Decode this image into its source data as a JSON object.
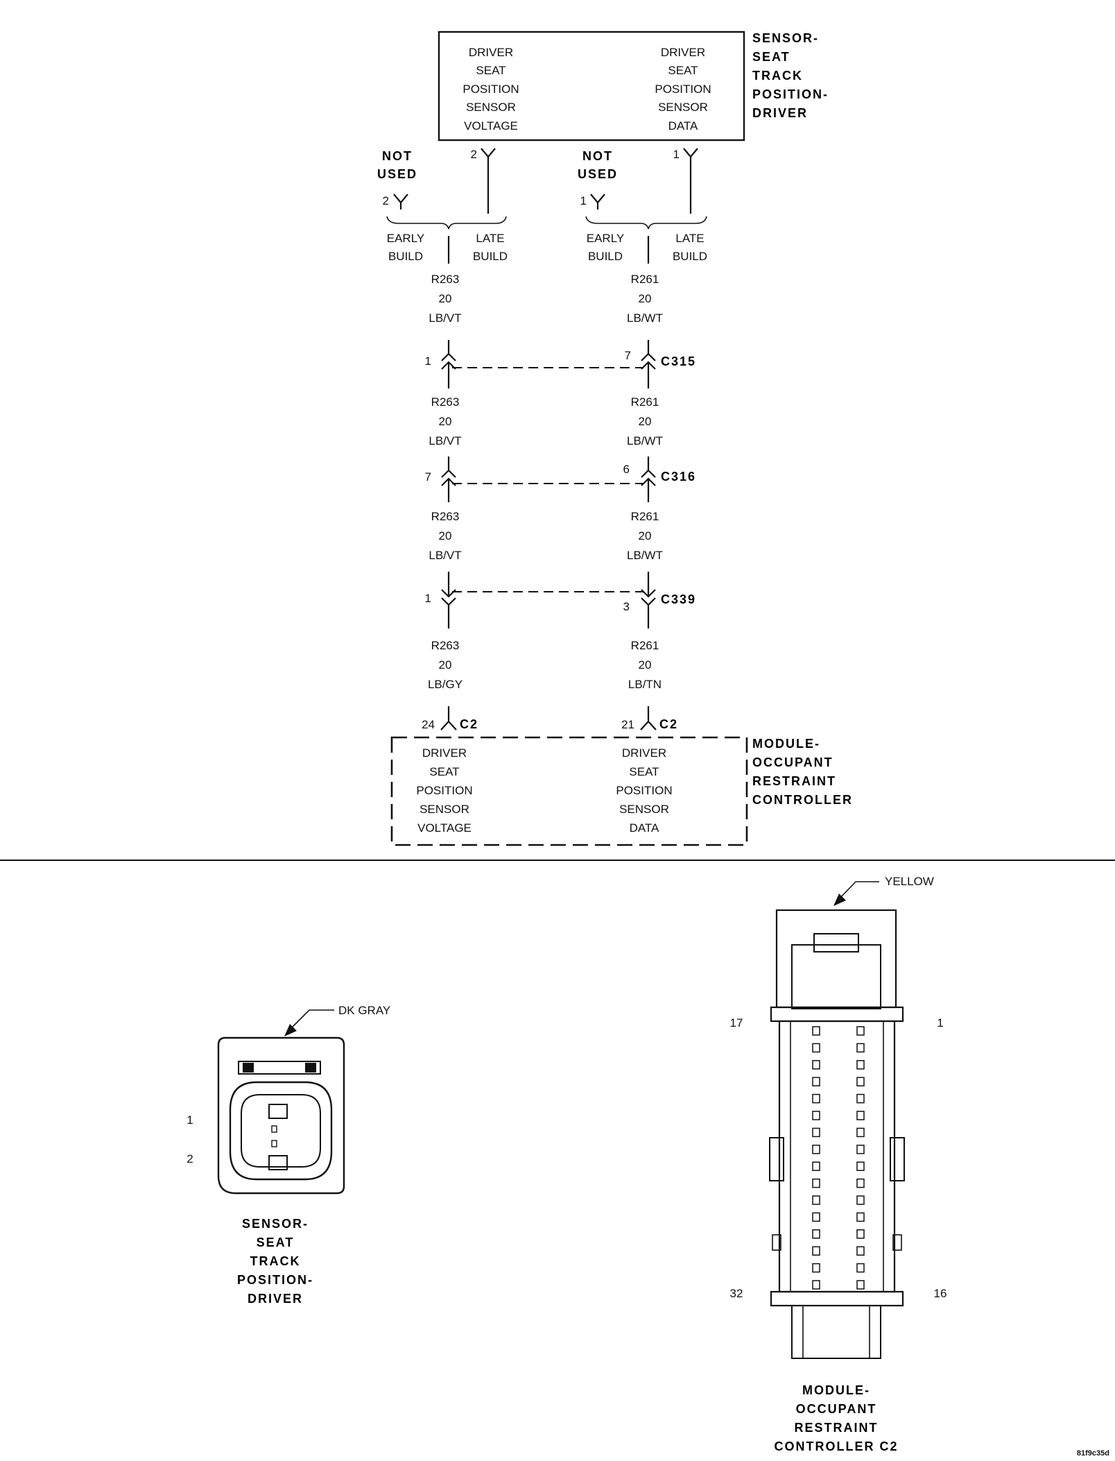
{
  "sensor_box": {
    "left_lines": [
      "DRIVER",
      "SEAT",
      "POSITION",
      "SENSOR",
      "VOLTAGE"
    ],
    "right_lines": [
      "DRIVER",
      "SEAT",
      "POSITION",
      "SENSOR",
      "DATA"
    ],
    "title_lines": [
      "SENSOR-",
      "SEAT",
      "TRACK",
      "POSITION-",
      "DRIVER"
    ]
  },
  "left_circuit": {
    "late_pin": "2",
    "not_used_lines": [
      "NOT",
      "USED"
    ],
    "early_pin": "2",
    "early_label": [
      "EARLY",
      "BUILD"
    ],
    "late_label": [
      "LATE",
      "BUILD"
    ],
    "wires": [
      [
        "R263",
        "20",
        "LB/VT"
      ],
      [
        "R263",
        "20",
        "LB/VT"
      ],
      [
        "R263",
        "20",
        "LB/VT"
      ],
      [
        "R263",
        "20",
        "LB/GY"
      ]
    ],
    "connector_pins": [
      "1",
      "7",
      "1"
    ],
    "module_pin": "24"
  },
  "right_circuit": {
    "late_pin": "1",
    "not_used_lines": [
      "NOT",
      "USED"
    ],
    "early_pin": "1",
    "early_label": [
      "EARLY",
      "BUILD"
    ],
    "late_label": [
      "LATE",
      "BUILD"
    ],
    "wires": [
      [
        "R261",
        "20",
        "LB/WT"
      ],
      [
        "R261",
        "20",
        "LB/WT"
      ],
      [
        "R261",
        "20",
        "LB/WT"
      ],
      [
        "R261",
        "20",
        "LB/TN"
      ]
    ],
    "connector_pins": [
      "7",
      "6",
      "3"
    ],
    "module_pin": "21"
  },
  "connectors": [
    "C315",
    "C316",
    "C339"
  ],
  "module_connector": "C2",
  "module_box": {
    "left_lines": [
      "DRIVER",
      "SEAT",
      "POSITION",
      "SENSOR",
      "VOLTAGE"
    ],
    "right_lines": [
      "DRIVER",
      "SEAT",
      "POSITION",
      "SENSOR",
      "DATA"
    ],
    "title_lines": [
      "MODULE-",
      "OCCUPANT",
      "RESTRAINT",
      "CONTROLLER"
    ]
  },
  "sensor_connector_view": {
    "color_label": "DK GRAY",
    "pin_labels": [
      "1",
      "2"
    ],
    "title_lines": [
      "SENSOR-",
      "SEAT",
      "TRACK",
      "POSITION-",
      "DRIVER"
    ]
  },
  "module_connector_view": {
    "color_label": "YELLOW",
    "pin_top_left": "17",
    "pin_top_right": "1",
    "pin_bottom_left": "32",
    "pin_bottom_right": "16",
    "title_lines": [
      "MODULE-",
      "OCCUPANT",
      "RESTRAINT",
      "CONTROLLER C2"
    ]
  },
  "figure_code": "81f9c35d"
}
